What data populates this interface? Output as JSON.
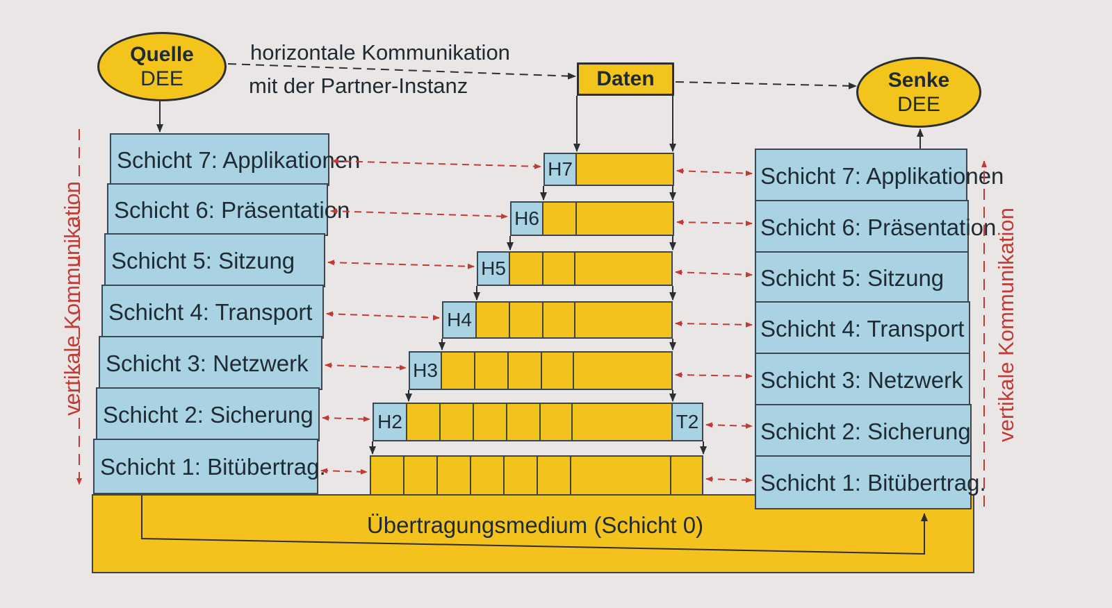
{
  "source": {
    "title": "Quelle",
    "subtitle": "DEE"
  },
  "sink": {
    "title": "Senke",
    "subtitle": "DEE"
  },
  "data_box": "Daten",
  "horizontal_comm": {
    "line1": "horizontale Kommunikation",
    "line2": "mit der Partner-Instanz"
  },
  "vertical_comm": "vertikale Kommunikation",
  "left_layers": [
    "Schicht 7: Applikationen",
    "Schicht 6: Präsentation",
    "Schicht 5: Sitzung",
    "Schicht 4: Transport",
    "Schicht 3: Netzwerk",
    "Schicht 2: Sicherung",
    "Schicht 1: Bitübertrag."
  ],
  "right_layers": [
    "Schicht 7: Applikationen",
    "Schicht 6: Präsentation",
    "Schicht 5: Sitzung",
    "Schicht 4: Transport",
    "Schicht 3: Netzwerk",
    "Schicht 2: Sicherung",
    "Schicht 1: Bitübertrag."
  ],
  "headers": [
    "H7",
    "H6",
    "H5",
    "H4",
    "H3",
    "H2"
  ],
  "trailer": "T2",
  "medium": "Übertragungsmedium (Schicht 0)",
  "colors": {
    "layer": "#a9d3e3",
    "data": "#f3c21c",
    "arrow": "#c23a36",
    "line": "#2b2f33"
  }
}
